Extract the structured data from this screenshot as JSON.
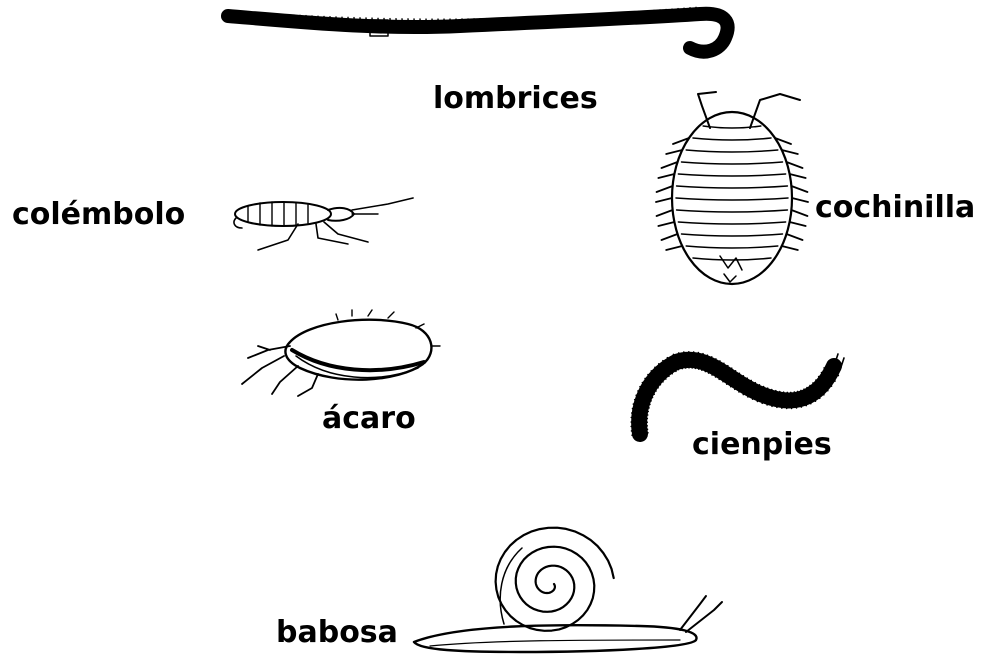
{
  "labels": {
    "lombrices": "lombrices",
    "colembolo": "colémbolo",
    "cochinilla": "cochinilla",
    "acaro": "ácaro",
    "cienpies": "cienpies",
    "babosa": "babosa"
  },
  "colors": {
    "background": "#ffffff",
    "ink": "#000000"
  }
}
